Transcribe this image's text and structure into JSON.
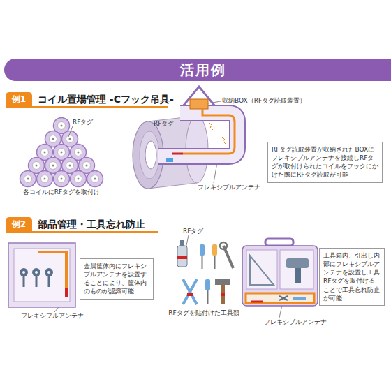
{
  "diagram": {
    "title": "活用例",
    "nodes": [
      {
        "text": [
          "例1"
        ]
      },
      {
        "text": [
          "RFタグ読取装置が収納されたBOXにフレキシブルアンテナを接続しRFタグが取付けられたコイルをフックにかけた際にRFタグ読取が可能"
        ]
      },
      {
        "text": [
          "例2"
        ]
      },
      {
        "text": [
          "金属筐体内にフレキシブルアンテナを設置することにより、筐体内のものが認識可能"
        ]
      },
      {
        "text": [
          "工具箱内、引出し内部にフレキシブルアンテナを設置し工具RFタグを取付けることで工具忘れ防止が可能"
        ]
      }
    ],
    "labels": [
      "コイル置場管理 -Cフック吊具-",
      "RFタグ",
      "収納BOX（RFタグ読取装置）",
      "RFタグ",
      "各コイルにRFタグを取付け",
      "フレキシブルアンテナ",
      "部品管理・工具忘れ防止",
      "RFタグ",
      "RFタグを貼付けた工具類",
      "フレキシブルアンテナ",
      "フレキシブルアンテナ"
    ]
  }
}
